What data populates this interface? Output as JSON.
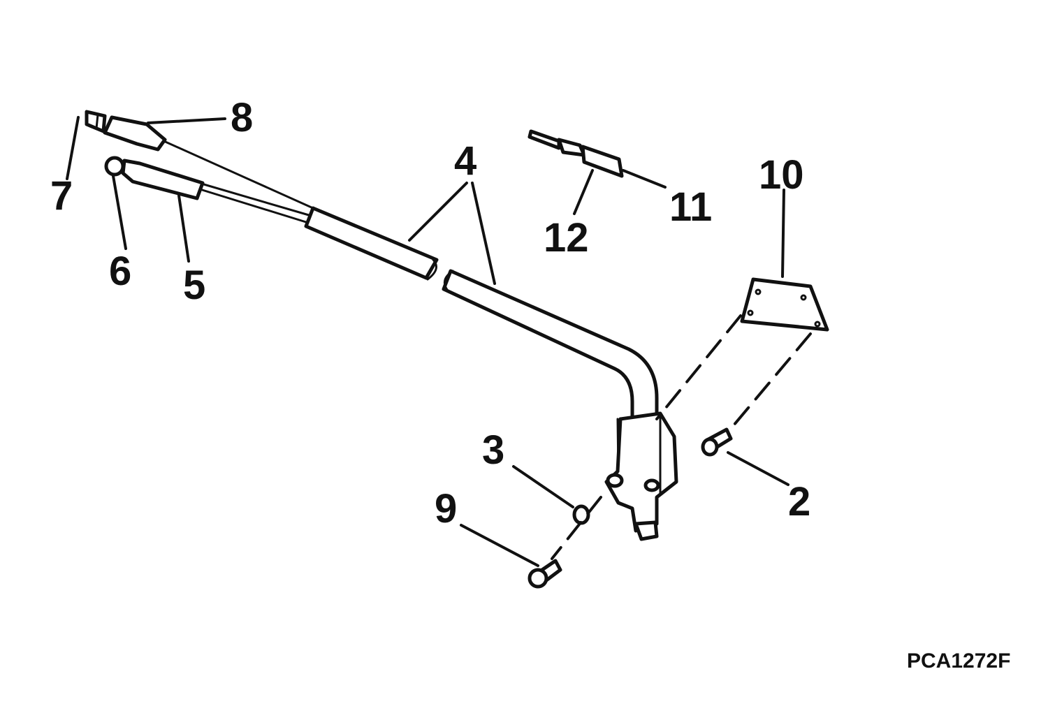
{
  "callouts": {
    "c2": "2",
    "c3": "3",
    "c4": "4",
    "c5": "5",
    "c6": "6",
    "c7": "7",
    "c8": "8",
    "c9": "9",
    "c10": "10",
    "c11": "11",
    "c12": "12"
  },
  "figure_code": "PCA1272F"
}
